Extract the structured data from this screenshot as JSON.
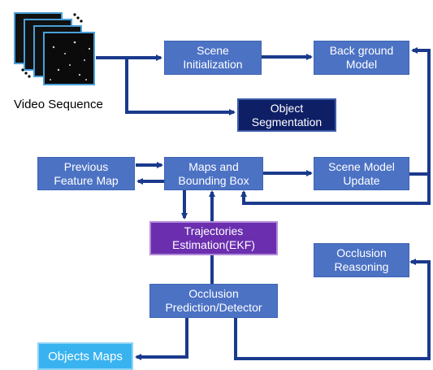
{
  "diagram": {
    "video_caption": "Video Sequence",
    "nodes": {
      "scene_init": "Scene\nInitialization",
      "background": "Back ground\nModel",
      "object_seg": "Object\nSegmentation",
      "prev_feature": "Previous\nFeature Map",
      "maps_bbox": "Maps and\nBounding Box",
      "scene_update": "Scene Model\nUpdate",
      "trajectories": "Trajectories\nEstimation(EKF)",
      "occl_reasoning": "Occlusion\nReasoning",
      "occl_pred": "Occlusion\nPrediction/Detector",
      "objects_maps": "Objects Maps"
    },
    "colors": {
      "box": "#4c72c4",
      "navy": "#0f1f66",
      "purple": "#6a2eae",
      "cyan": "#39b3f0",
      "arrow": "#1a3a8c"
    }
  }
}
